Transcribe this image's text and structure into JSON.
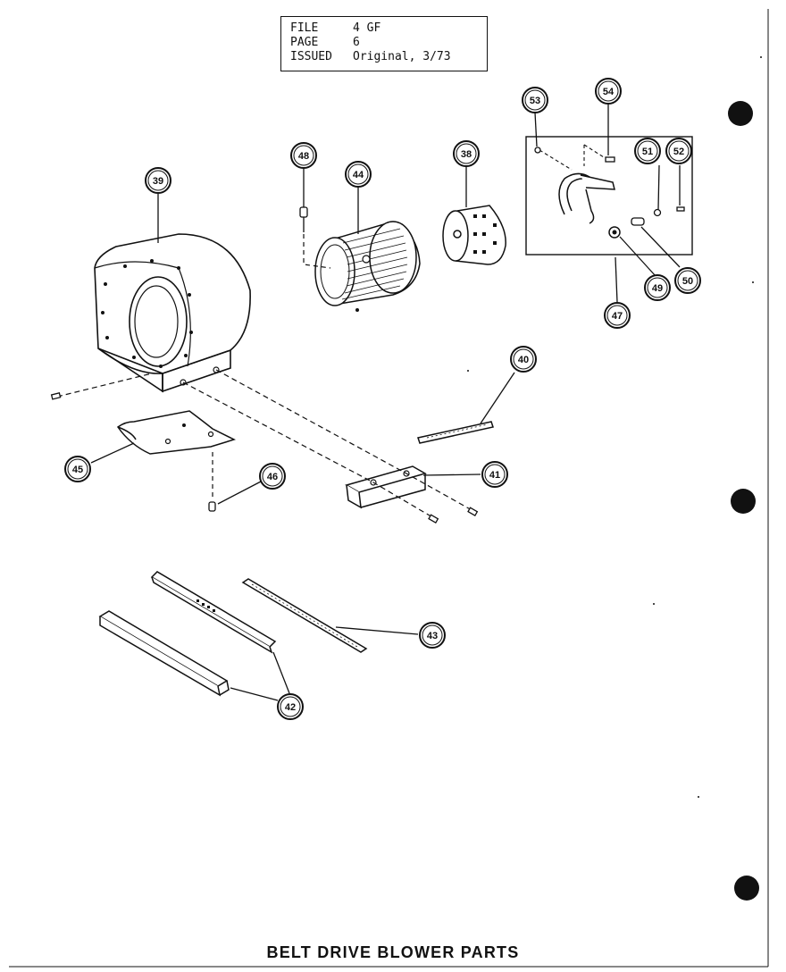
{
  "header": {
    "file_label": "FILE",
    "file_value": "4 GF",
    "page_label": "PAGE",
    "page_value": "6",
    "issued_label": "ISSUED",
    "issued_value": "Original, 3/73"
  },
  "caption": "BELT DRIVE BLOWER PARTS",
  "callouts": [
    {
      "id": "c39",
      "num": "39"
    },
    {
      "id": "c48",
      "num": "48"
    },
    {
      "id": "c44",
      "num": "44"
    },
    {
      "id": "c38",
      "num": "38"
    },
    {
      "id": "c53",
      "num": "53"
    },
    {
      "id": "c54",
      "num": "54"
    },
    {
      "id": "c51",
      "num": "51"
    },
    {
      "id": "c52",
      "num": "52"
    },
    {
      "id": "c49",
      "num": "49"
    },
    {
      "id": "c50",
      "num": "50"
    },
    {
      "id": "c47",
      "num": "47"
    },
    {
      "id": "c40",
      "num": "40"
    },
    {
      "id": "c45",
      "num": "45"
    },
    {
      "id": "c46",
      "num": "46"
    },
    {
      "id": "c41",
      "num": "41"
    },
    {
      "id": "c43",
      "num": "43"
    },
    {
      "id": "c42",
      "num": "42"
    }
  ],
  "colors": {
    "ink": "#111111",
    "paper": "#ffffff"
  }
}
